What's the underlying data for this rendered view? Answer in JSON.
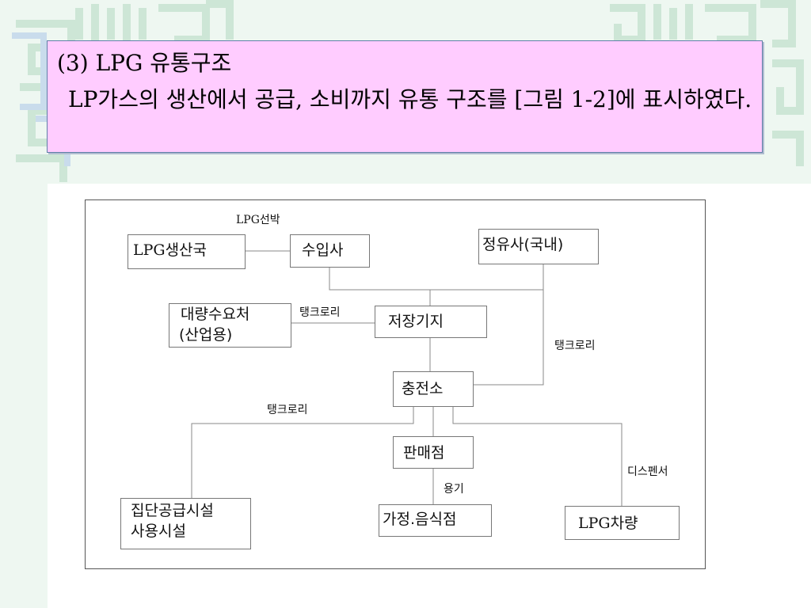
{
  "slide": {
    "heading": "(3) LPG 유통구조",
    "body": "LP가스의 생산에서 공급, 소비까지 유통 구조를 [그림 1-2]에 표시하였다."
  },
  "diagram": {
    "nodes": {
      "lpg_producer": "LPG생산국",
      "importer": "수입사",
      "refinery": "정유사(국내)",
      "bulk_consumer_line1": "대량수요처",
      "bulk_consumer_line2": "(산업용)",
      "storage_base": "저장기지",
      "charging_station": "충전소",
      "retailer": "판매점",
      "group_supply_line1": "집단공급시설",
      "group_supply_line2": "사용시설",
      "household": "가정.음식점",
      "lpg_vehicle": "LPG차량"
    },
    "edge_labels": {
      "lpg_ship": "LPG선박",
      "tanklorry_bulk": "탱크로리",
      "tanklorry_refinery": "탱크로리",
      "tanklorry_group": "탱크로리",
      "container": "용기",
      "dispenser": "디스펜서"
    }
  }
}
